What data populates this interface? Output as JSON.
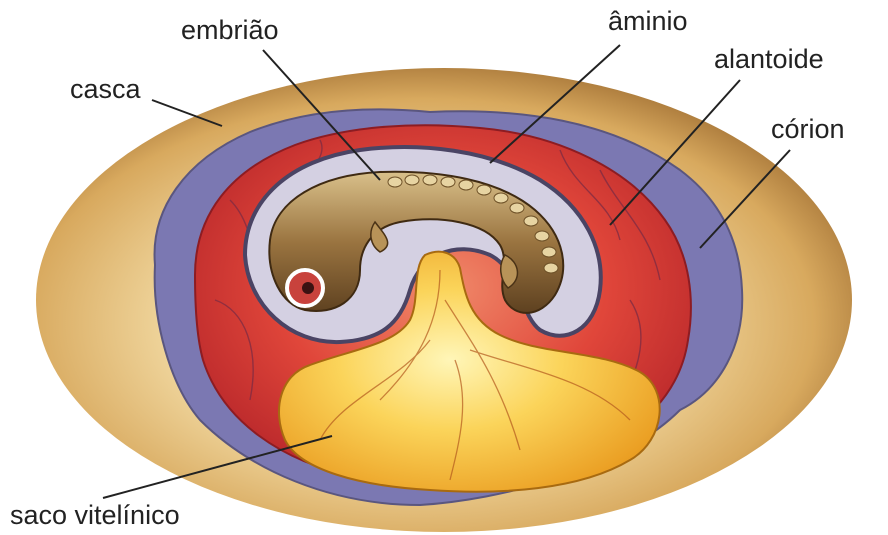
{
  "labels": {
    "embriao": "embrião",
    "aminio": "âminio",
    "alantoide": "alantoide",
    "corion": "córion",
    "casca": "casca",
    "saco_vitelinico": "saco vitelínico"
  },
  "colors": {
    "shell_light": "#fbf1d6",
    "shell_mid": "#e8c47e",
    "shell_dark": "#9c6a2e",
    "chorion": "#7a7ab0",
    "allantois": "#d8342a",
    "amnion": "#c9c7d8",
    "embryo": "#9a7440",
    "yolk": "#f2b52a"
  }
}
